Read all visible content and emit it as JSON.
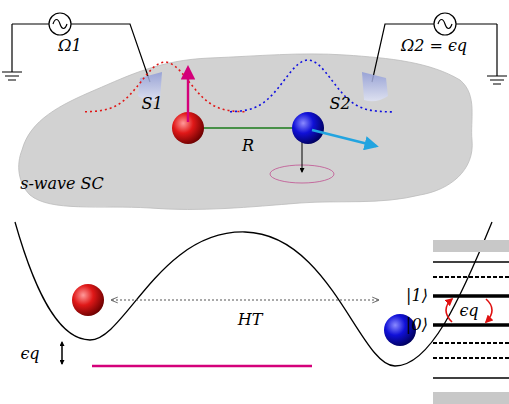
{
  "diagram": {
    "labels": [
      "Ω1",
      "Ω2 = ϵq",
      "S1",
      "R",
      "S2",
      "s-wave SC",
      "ϵq",
      "HT",
      "|1⟩",
      "ϵq",
      "|0⟩"
    ]
  }
}
